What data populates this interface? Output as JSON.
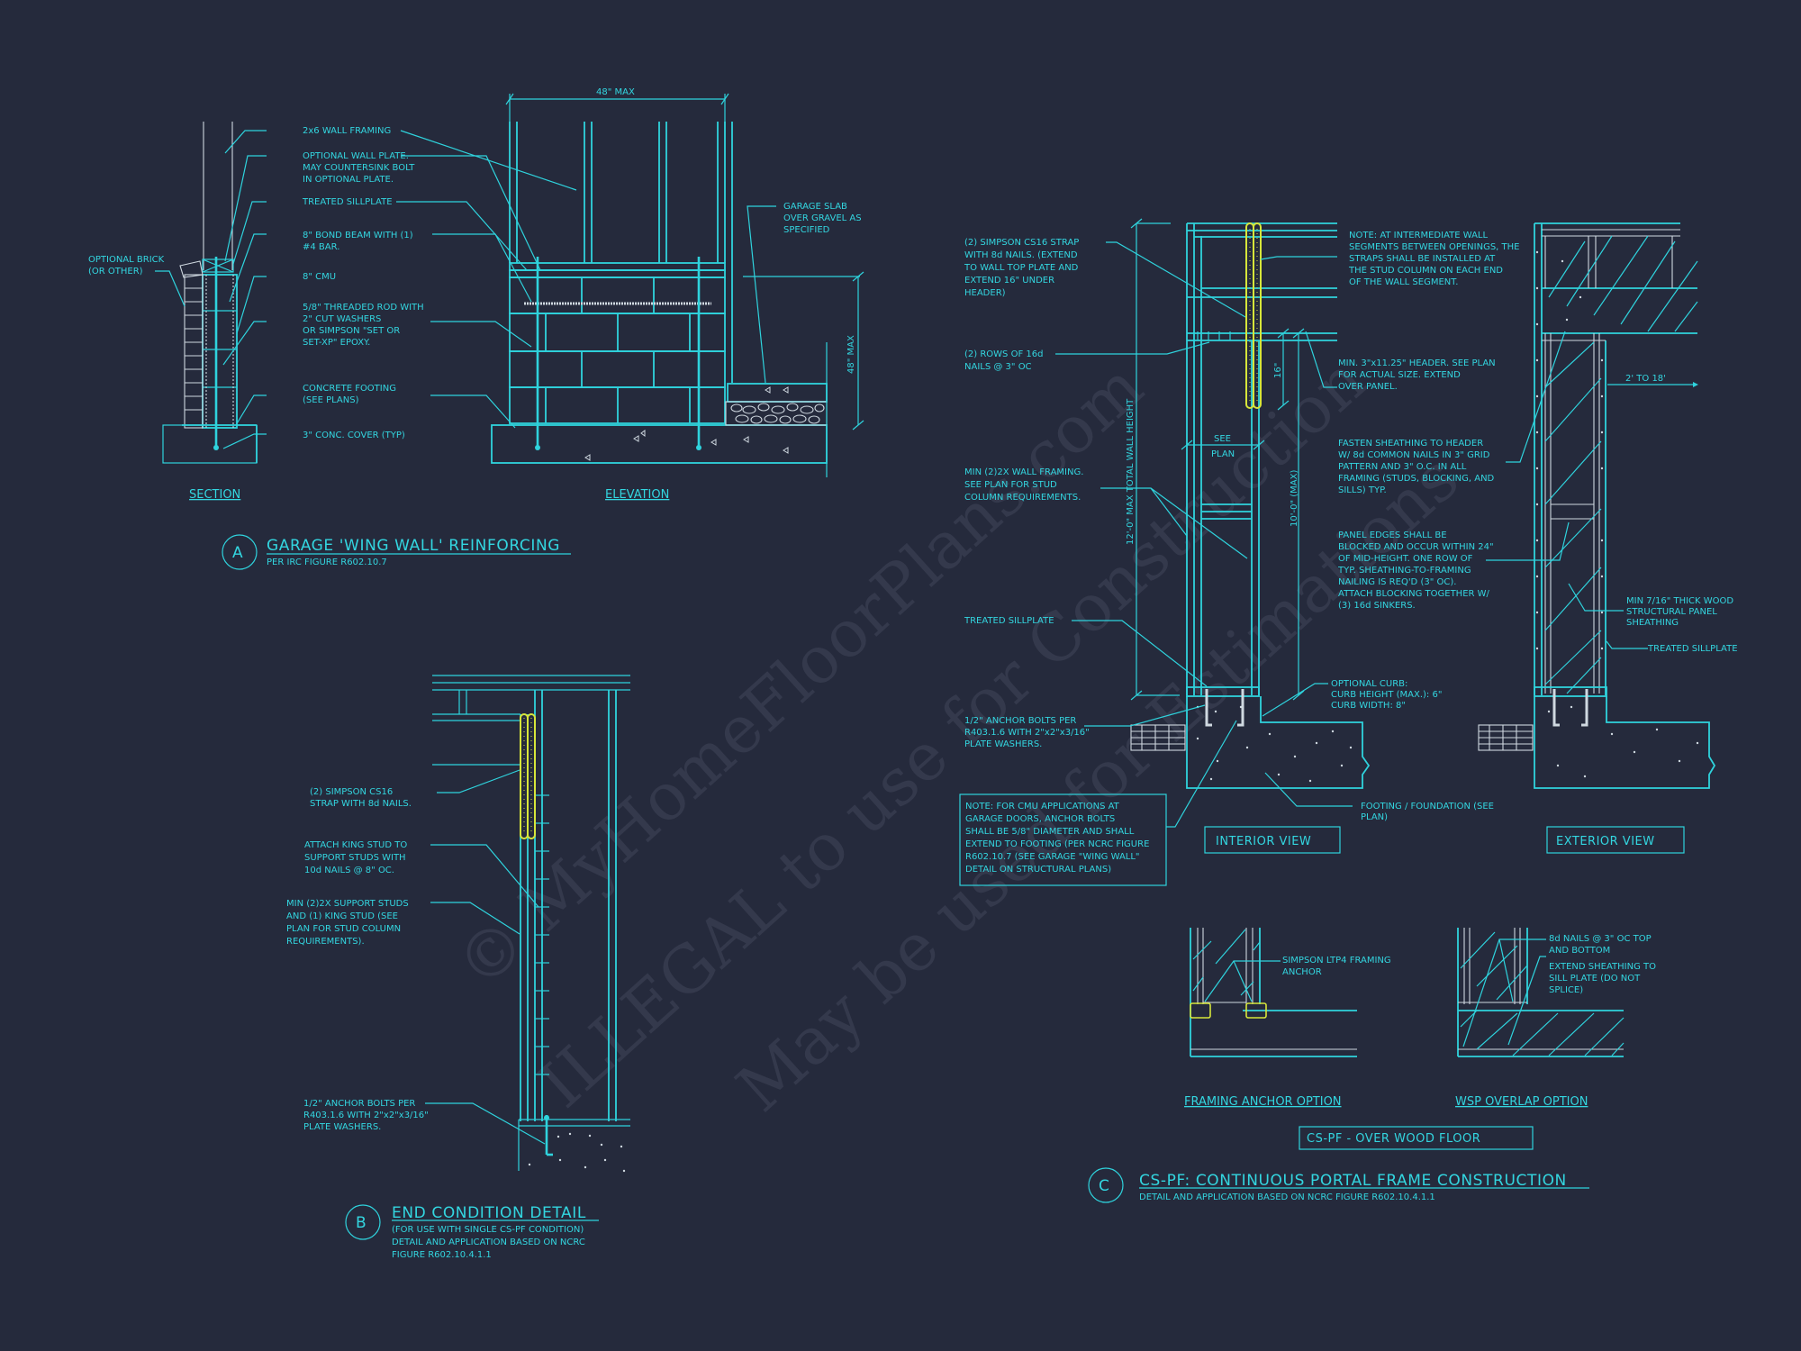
{
  "sheet": {
    "background": "#252a3c",
    "line_color": "#2fd3dd",
    "strap_color": "#d7e63a"
  },
  "watermark": {
    "line1": "© MyHomeFloorPlans.com",
    "line2": "ILLEGAL to use for Construction",
    "line3": "May be used for Estimations"
  },
  "detail_a": {
    "marker": "A",
    "title": "GARAGE 'WING WALL' REINFORCING",
    "subtitle": "PER IRC FIGURE R602.10.7",
    "section_label": "SECTION",
    "elevation_label": "ELEVATION",
    "dim_width": "48\" MAX",
    "dim_height": "48\" MAX",
    "notes": {
      "optional_brick": [
        "OPTIONAL BRICK",
        "(OR OTHER)"
      ],
      "wall_framing": [
        "2x6 WALL FRAMING"
      ],
      "optional_plate": [
        "OPTIONAL WALL PLATE.",
        "MAY COUNTERSINK BOLT",
        "IN OPTIONAL PLATE."
      ],
      "sillplate": [
        "TREATED SILLPLATE"
      ],
      "bond_beam": [
        "8\" BOND BEAM WITH (1)",
        "#4 BAR."
      ],
      "cmu": [
        "8\" CMU"
      ],
      "threaded_rod": [
        "5/8\" THREADED ROD WITH",
        "2\" CUT WASHERS",
        "OR SIMPSON \"SET OR",
        "SET-XP\" EPOXY."
      ],
      "footing": [
        "CONCRETE FOOTING",
        "(SEE PLANS)"
      ],
      "cover": [
        "3\" CONC. COVER (TYP)"
      ],
      "garage_slab": [
        "GARAGE SLAB",
        "OVER GRAVEL AS",
        "SPECIFIED"
      ]
    }
  },
  "detail_b": {
    "marker": "B",
    "title": "END CONDITION DETAIL",
    "subtitle": [
      "(FOR USE WITH SINGLE CS-PF CONDITION)",
      "DETAIL AND APPLICATION BASED ON NCRC",
      "FIGURE R602.10.4.1.1"
    ],
    "notes": {
      "strap": [
        "(2) SIMPSON CS16",
        "STRAP WITH 8d NAILS."
      ],
      "king_stud": [
        "ATTACH KING STUD TO",
        "SUPPORT STUDS WITH",
        "10d NAILS @ 8\" OC."
      ],
      "support_studs": [
        "MIN (2)2X SUPPORT STUDS",
        "AND (1) KING STUD (SEE",
        "PLAN FOR STUD COLUMN",
        "REQUIREMENTS)."
      ],
      "anchor_bolts": [
        "1/2\" ANCHOR BOLTS PER",
        "R403.1.6 WITH 2\"x2\"x3/16\"",
        "PLATE WASHERS."
      ]
    }
  },
  "detail_c": {
    "marker": "C",
    "title": "CS-PF: CONTINUOUS PORTAL FRAME CONSTRUCTION",
    "subtitle": "DETAIL AND APPLICATION BASED ON NCRC FIGURE R602.10.4.1.1",
    "interior_view_label": "INTERIOR VIEW",
    "exterior_view_label": "EXTERIOR VIEW",
    "framing_anchor_label": "FRAMING ANCHOR OPTION",
    "wsp_overlap_label": "WSP OVERLAP OPTION",
    "over_wood_floor_label": "CS-PF - OVER WOOD FLOOR",
    "dims": {
      "total_height": "12'-0\" MAX TOTAL WALL HEIGHT",
      "max_height": "10'-0\" (MAX)",
      "strap_ext": "16\"",
      "see_plan": [
        "SEE",
        "PLAN"
      ],
      "width_range": "2' TO 18'"
    },
    "notes": {
      "strap": [
        "(2) SIMPSON CS16 STRAP",
        "WITH 8d NAILS. (EXTEND",
        "TO WALL TOP PLATE AND",
        "EXTEND 16\" UNDER",
        "HEADER)"
      ],
      "nail_rows": [
        "(2) ROWS OF 16d",
        "NAILS @ 3\" OC"
      ],
      "wall_framing": [
        "MIN (2)2X WALL FRAMING.",
        "SEE PLAN FOR STUD",
        "COLUMN REQUIREMENTS."
      ],
      "sillplate": [
        "TREATED SILLPLATE"
      ],
      "anchor_bolts": [
        "1/2\" ANCHOR BOLTS PER",
        "R403.1.6 WITH 2\"x2\"x3/16\"",
        "PLATE WASHERS."
      ],
      "cmu_note": [
        "NOTE: FOR CMU APPLICATIONS AT",
        "GARAGE DOORS, ANCHOR BOLTS",
        "SHALL BE 5/8\" DIAMETER AND SHALL",
        "EXTEND TO FOOTING (PER NCRC FIGURE",
        "R602.10.7 (SEE GARAGE \"WING WALL\"",
        "DETAIL ON STRUCTURAL PLANS)"
      ],
      "intermediate": [
        "NOTE: AT INTERMEDIATE WALL",
        "SEGMENTS BETWEEN OPENINGS, THE",
        "STRAPS SHALL BE INSTALLED AT",
        "THE STUD COLUMN ON EACH END",
        "OF THE WALL SEGMENT."
      ],
      "header": [
        "MIN. 3\"x11.25\" HEADER. SEE PLAN",
        "FOR ACTUAL SIZE. EXTEND",
        "OVER PANEL."
      ],
      "fasten": [
        "FASTEN SHEATHING TO HEADER",
        "W/ 8d COMMON NAILS IN 3\" GRID",
        "PATTERN AND 3\" O.C. IN ALL",
        "FRAMING (STUDS, BLOCKING, AND",
        "SILLS) TYP."
      ],
      "panel_edges": [
        "PANEL EDGES SHALL BE",
        "BLOCKED AND OCCUR WITHIN 24\"",
        "OF MID-HEIGHT. ONE ROW OF",
        "TYP. SHEATHING-TO-FRAMING",
        "NAILING IS REQ'D (3\" OC).",
        "ATTACH BLOCKING TOGETHER W/",
        "(3) 16d SINKERS."
      ],
      "curb": [
        "OPTIONAL CURB:",
        "CURB HEIGHT (MAX.): 6\"",
        "CURB WIDTH: 8\""
      ],
      "footing": [
        "FOOTING / FOUNDATION (SEE",
        "PLAN)"
      ],
      "sheathing": [
        "MIN 7/16\" THICK WOOD",
        "STRUCTURAL PANEL",
        "SHEATHING"
      ],
      "ext_sillplate": [
        "TREATED SILLPLATE"
      ],
      "ltp4": [
        "SIMPSON LTP4 FRAMING",
        "ANCHOR"
      ],
      "nails_8d": [
        "8d NAILS @ 3\" OC TOP",
        "AND BOTTOM"
      ],
      "extend_sheathing": [
        "EXTEND SHEATHING TO",
        "SILL PLATE (DO NOT",
        "SPLICE)"
      ]
    }
  }
}
